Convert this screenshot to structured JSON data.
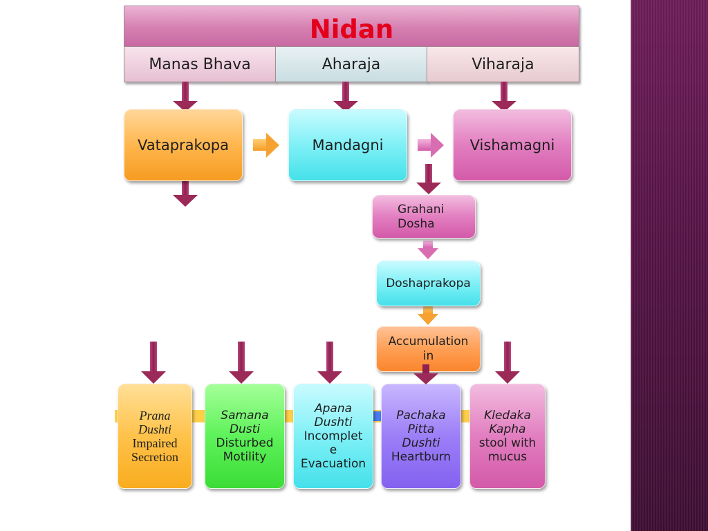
{
  "title": "Nidan",
  "categories": [
    "Manas Bhava",
    "Aharaja",
    "Viharaja"
  ],
  "row1": [
    "Vataprakopa",
    "Mandagni",
    "Vishamagni"
  ],
  "chain": {
    "grahani": [
      "Grahani",
      "Dosha"
    ],
    "doshaprakopa": "Doshaprakopa",
    "accumulation": [
      "Accumulation",
      "in"
    ]
  },
  "bottom": [
    {
      "name": [
        "Prana",
        "Dushti"
      ],
      "desc": [
        "Impaired",
        "Secretion"
      ]
    },
    {
      "name": [
        "Samana",
        "Dusti"
      ],
      "desc": [
        "Disturbed",
        "Motility"
      ]
    },
    {
      "name": [
        "Apana",
        "Dushti"
      ],
      "desc": [
        "Incomplet",
        "e",
        "Evacuation"
      ]
    },
    {
      "name": [
        "Pachaka",
        "Pitta",
        "Dushti"
      ],
      "desc": [
        "Heartburn"
      ]
    },
    {
      "name": [
        "Kledaka",
        "Kapha"
      ],
      "desc": [
        "stool with",
        "mucus"
      ]
    }
  ],
  "colors": {
    "title": "#e4001b",
    "arrow": "#9c2a58",
    "sidebar": "#561447"
  }
}
